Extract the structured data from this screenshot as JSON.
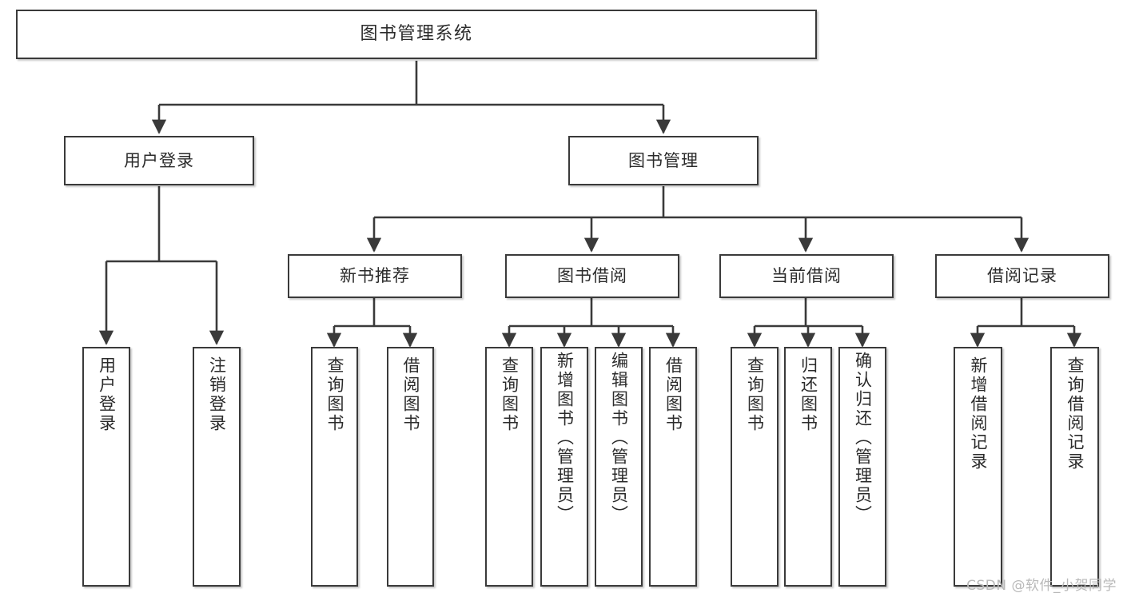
{
  "diagram": {
    "title": "图书管理系统",
    "type": "tree",
    "watermark": "CSDN @软件_小贺同学",
    "colors": {
      "node_border": "#3a3a3a",
      "node_fill": "#ffffff",
      "edge": "#3a3a3a",
      "text": "#2b2b2b",
      "watermark": "#b9b9b9",
      "background": "#ffffff"
    },
    "nodes": {
      "root": {
        "label": "图书管理系统",
        "level": 1,
        "orientation": "horizontal"
      },
      "user_login": {
        "label": "用户登录",
        "level": 2,
        "orientation": "horizontal"
      },
      "book_manage": {
        "label": "图书管理",
        "level": 2,
        "orientation": "horizontal"
      },
      "new_book_rec": {
        "label": "新书推荐",
        "level": 3,
        "orientation": "horizontal"
      },
      "book_borrow": {
        "label": "图书借阅",
        "level": 3,
        "orientation": "horizontal"
      },
      "current_borrow": {
        "label": "当前借阅",
        "level": 3,
        "orientation": "horizontal"
      },
      "borrow_record": {
        "label": "借阅记录",
        "level": 3,
        "orientation": "horizontal"
      },
      "leaf_user_login": {
        "label": "用户登录",
        "level": 3,
        "orientation": "vertical"
      },
      "leaf_logout": {
        "label": "注销登录",
        "level": 3,
        "orientation": "vertical"
      },
      "leaf_query_book_1": {
        "label": "查询图书",
        "level": 4,
        "orientation": "vertical"
      },
      "leaf_borrow_book_1": {
        "label": "借阅图书",
        "level": 4,
        "orientation": "vertical"
      },
      "leaf_query_book_2": {
        "label": "查询图书",
        "level": 4,
        "orientation": "vertical"
      },
      "leaf_add_book": {
        "label": "新增图书（管理员）",
        "level": 4,
        "orientation": "vertical"
      },
      "leaf_edit_book": {
        "label": "编辑图书（管理员）",
        "level": 4,
        "orientation": "vertical"
      },
      "leaf_borrow_book_2": {
        "label": "借阅图书",
        "level": 4,
        "orientation": "vertical"
      },
      "leaf_query_book_3": {
        "label": "查询图书",
        "level": 4,
        "orientation": "vertical"
      },
      "leaf_return_book": {
        "label": "归还图书",
        "level": 4,
        "orientation": "vertical"
      },
      "leaf_confirm_return": {
        "label": "确认归还（管理员）",
        "level": 4,
        "orientation": "vertical"
      },
      "leaf_add_record": {
        "label": "新增借阅记录",
        "level": 4,
        "orientation": "vertical"
      },
      "leaf_query_record": {
        "label": "查询借阅记录",
        "level": 4,
        "orientation": "vertical"
      }
    },
    "edges": [
      {
        "from": "root",
        "to": "user_login"
      },
      {
        "from": "root",
        "to": "book_manage"
      },
      {
        "from": "user_login",
        "to": "leaf_user_login"
      },
      {
        "from": "user_login",
        "to": "leaf_logout"
      },
      {
        "from": "book_manage",
        "to": "new_book_rec"
      },
      {
        "from": "book_manage",
        "to": "book_borrow"
      },
      {
        "from": "book_manage",
        "to": "current_borrow"
      },
      {
        "from": "book_manage",
        "to": "borrow_record"
      },
      {
        "from": "new_book_rec",
        "to": "leaf_query_book_1"
      },
      {
        "from": "new_book_rec",
        "to": "leaf_borrow_book_1"
      },
      {
        "from": "book_borrow",
        "to": "leaf_query_book_2"
      },
      {
        "from": "book_borrow",
        "to": "leaf_add_book"
      },
      {
        "from": "book_borrow",
        "to": "leaf_edit_book"
      },
      {
        "from": "book_borrow",
        "to": "leaf_borrow_book_2"
      },
      {
        "from": "current_borrow",
        "to": "leaf_query_book_3"
      },
      {
        "from": "current_borrow",
        "to": "leaf_return_book"
      },
      {
        "from": "current_borrow",
        "to": "leaf_confirm_return"
      },
      {
        "from": "borrow_record",
        "to": "leaf_add_record"
      },
      {
        "from": "borrow_record",
        "to": "leaf_query_record"
      }
    ]
  }
}
